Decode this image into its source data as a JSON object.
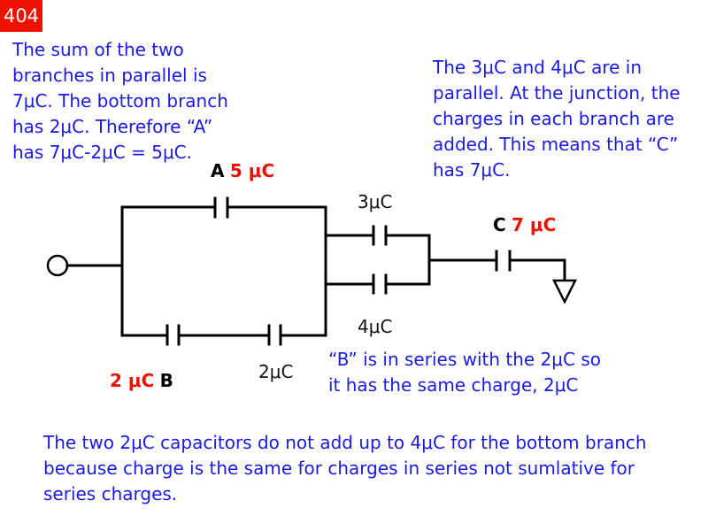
{
  "slide_number": "404",
  "notes": {
    "top_left": "The sum of the two\nbranches in parallel is\n7μC. The bottom branch\nhas 2μC. Therefore “A”\nhas 7μC-2μC = 5μC.",
    "top_right": "The 3μC and 4μC are in\nparallel. At the junction, the\ncharges in each branch are\nadded. This means that “C”\nhas 7μC.",
    "middle": "“B” is in series with the 2μC so\nit has the same charge, 2μC",
    "bottom": "The two 2μC capacitors do not add up to 4μC for the bottom branch\nbecause charge is the same for charges in series not sumlative for\nseries charges."
  },
  "circuit": {
    "label_a": "A",
    "charge_a": "5 μC",
    "label_b": "B",
    "charge_b": "2 μC",
    "label_c": "C",
    "charge_c": "7 μC",
    "cap_3": "3μC",
    "cap_4": "4μC",
    "cap_2": "2μC"
  },
  "colors": {
    "note_text": "#1a1ae0",
    "highlight": "#ee1100",
    "wire": "#000000"
  }
}
